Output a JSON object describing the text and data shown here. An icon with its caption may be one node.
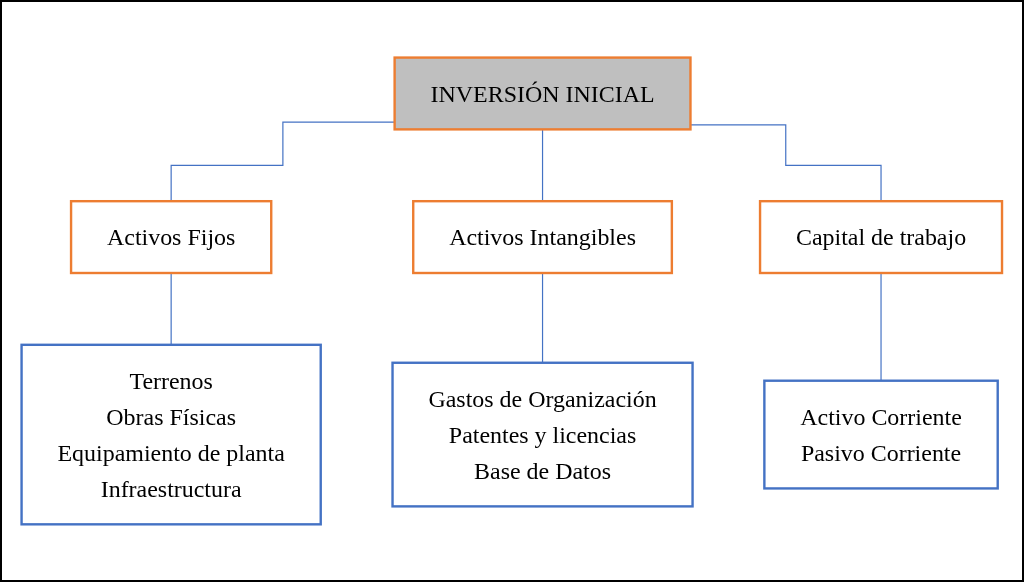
{
  "diagram": {
    "nodes": [
      {
        "text": [
          "INVERSIÓN INICIAL"
        ]
      },
      {
        "text": [
          "Activos Fijos"
        ]
      },
      {
        "text": [
          "Activos Intangibles"
        ]
      },
      {
        "text": [
          "Capital de trabajo"
        ]
      },
      {
        "text": [
          "Terrenos",
          "Obras Físicas",
          "Equipamiento de planta",
          "Infraestructura"
        ]
      },
      {
        "text": [
          "Gastos de Organización",
          "Patentes y licencias",
          "Base de Datos"
        ]
      },
      {
        "text": [
          "Activo Corriente",
          "Pasivo Corriente"
        ]
      }
    ],
    "edges": [
      {
        "from": 0,
        "to": 1,
        "arrow": "none"
      },
      {
        "from": 0,
        "to": 2,
        "arrow": "none"
      },
      {
        "from": 0,
        "to": 3,
        "arrow": "none"
      },
      {
        "from": 1,
        "to": 4,
        "arrow": "none"
      },
      {
        "from": 2,
        "to": 5,
        "arrow": "none"
      },
      {
        "from": 3,
        "to": 6,
        "arrow": "none"
      }
    ]
  }
}
